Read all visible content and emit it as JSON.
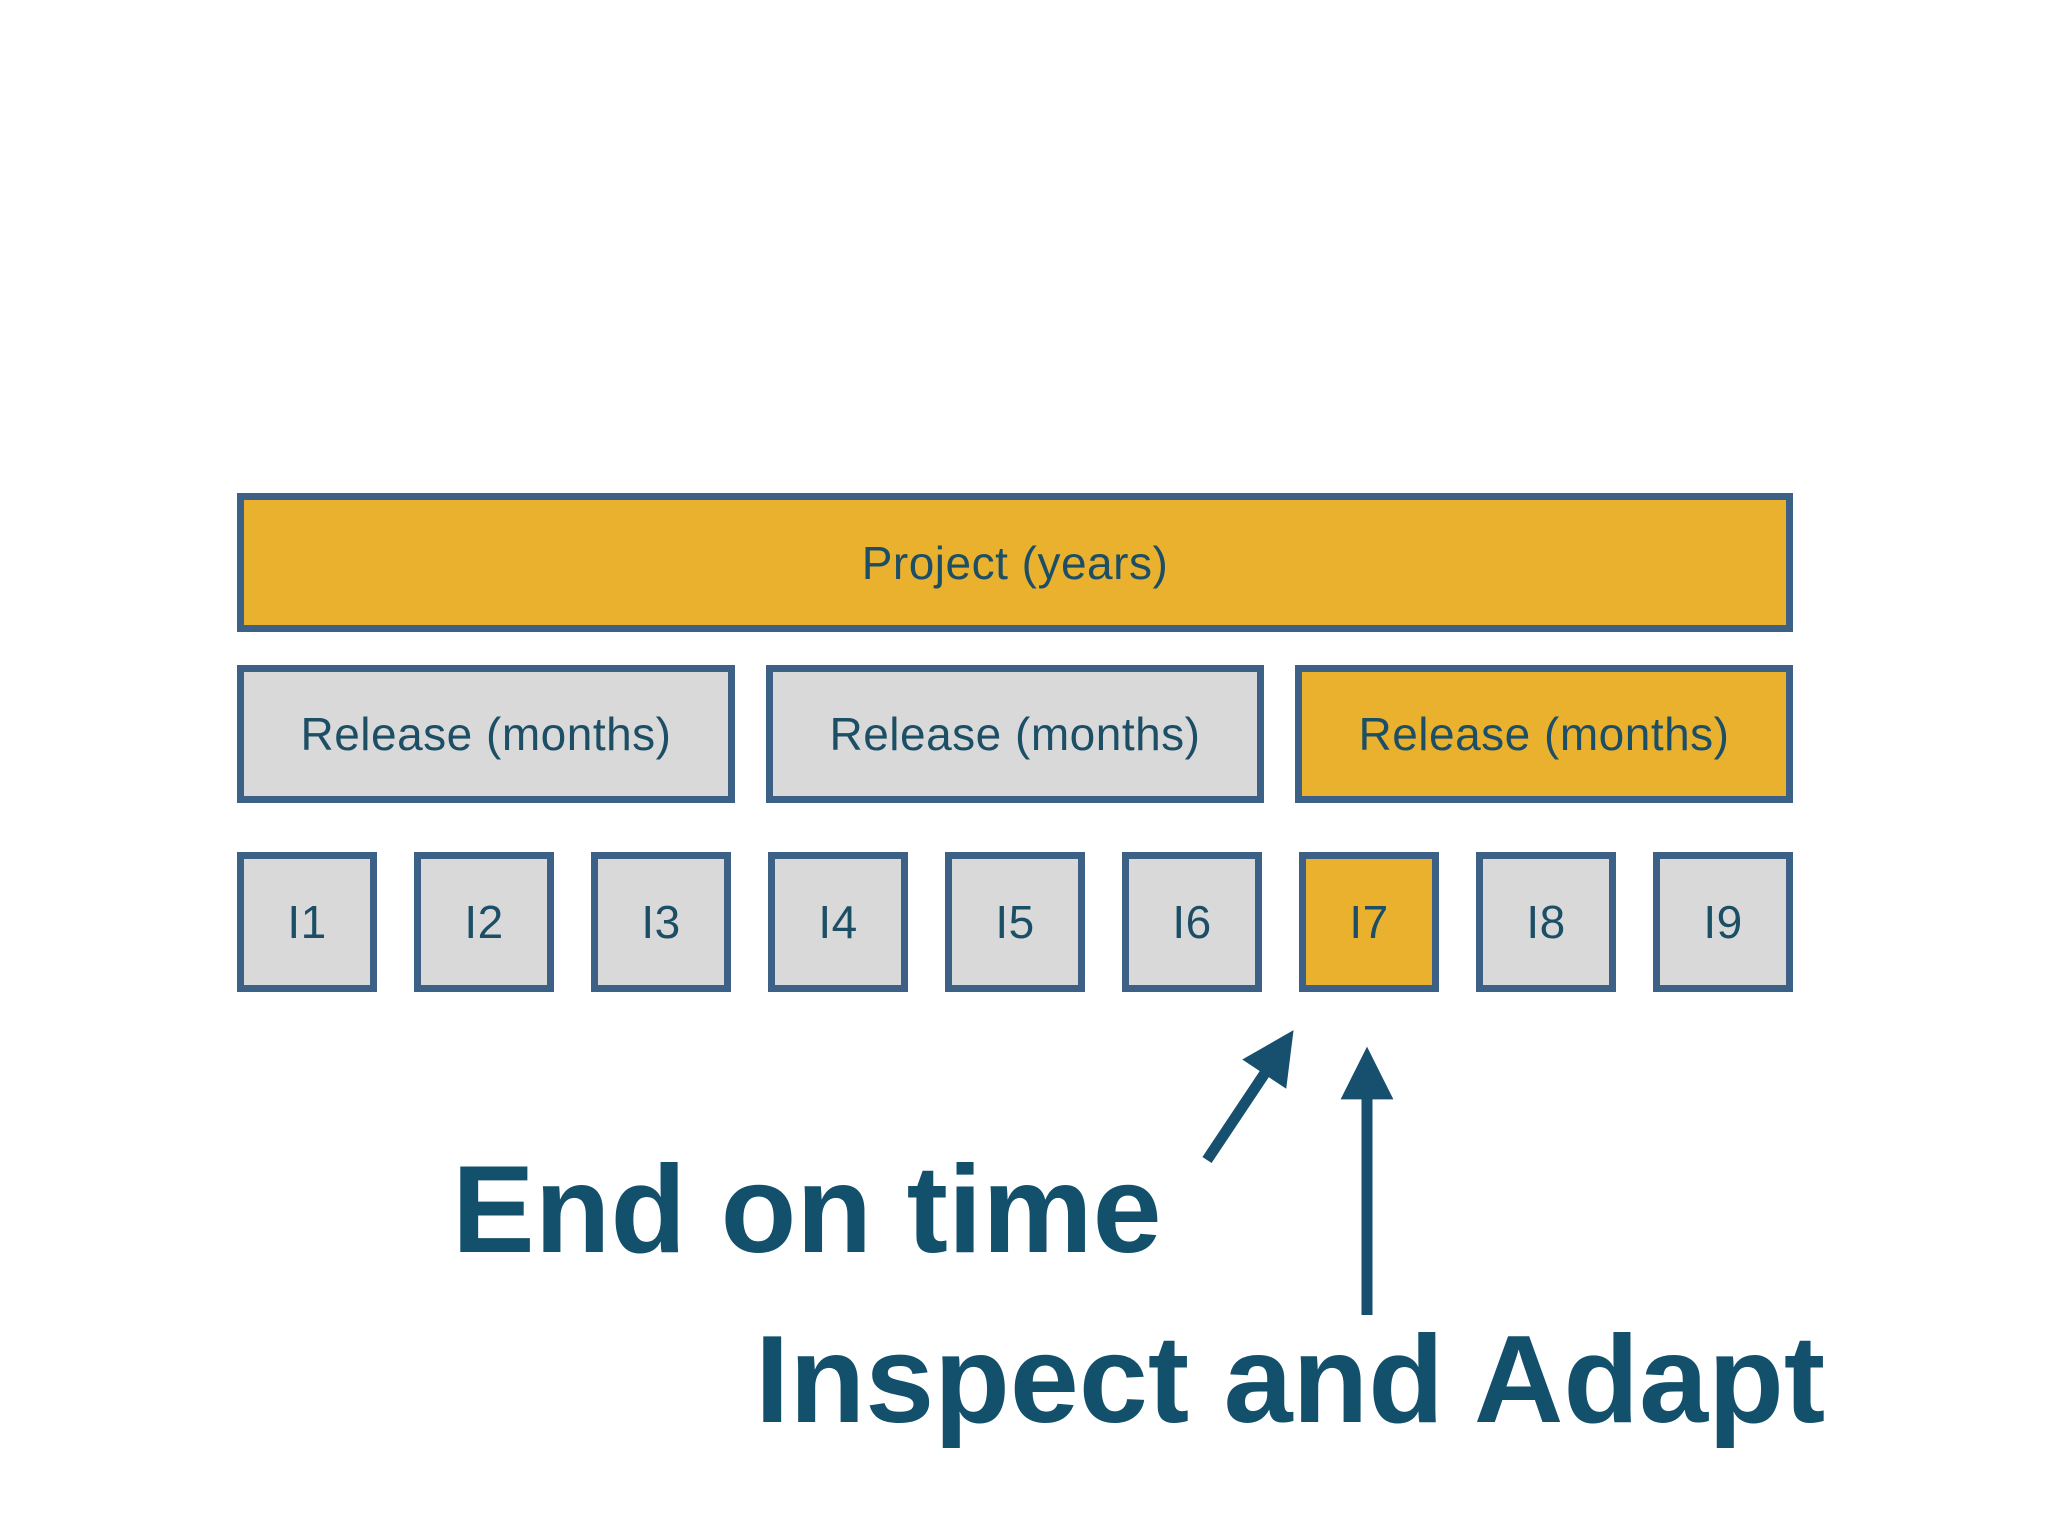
{
  "colors": {
    "accent_orange": "#EAB12E",
    "box_gray": "#D9D9D9",
    "border_blue": "#3D6186",
    "label_blue": "#1C4F66",
    "text_blue": "#12506C",
    "arrow_blue": "#16506E",
    "background": "#FFFFFF"
  },
  "project_row": {
    "label": "Project (years)",
    "highlighted": true
  },
  "release_row": {
    "items": [
      {
        "label": "Release (months)",
        "highlighted": false
      },
      {
        "label": "Release (months)",
        "highlighted": false
      },
      {
        "label": "Release (months)",
        "highlighted": true
      }
    ]
  },
  "iteration_row": {
    "items": [
      {
        "label": "I1",
        "highlighted": false
      },
      {
        "label": "I2",
        "highlighted": false
      },
      {
        "label": "I3",
        "highlighted": false
      },
      {
        "label": "I4",
        "highlighted": false
      },
      {
        "label": "I5",
        "highlighted": false
      },
      {
        "label": "I6",
        "highlighted": false
      },
      {
        "label": "I7",
        "highlighted": true
      },
      {
        "label": "I8",
        "highlighted": false
      },
      {
        "label": "I9",
        "highlighted": false
      }
    ]
  },
  "annotations": {
    "end_on_time": "End on time",
    "inspect_and_adapt": "Inspect and Adapt"
  }
}
